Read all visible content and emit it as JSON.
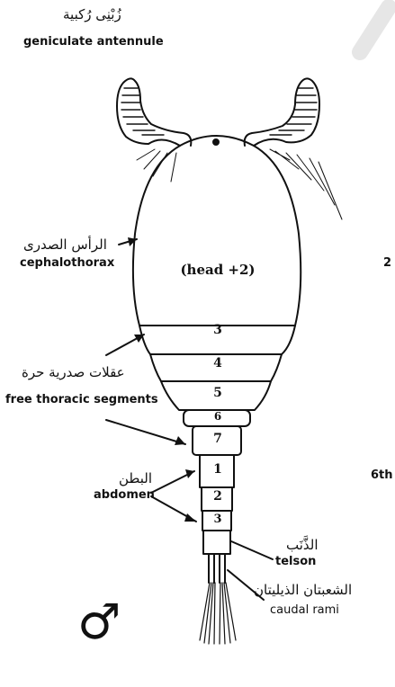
{
  "labels": {
    "antennule": {
      "ar": "زُبْنِى رُكبية",
      "en": "geniculate antennule"
    },
    "cephalothorax": {
      "ar": "الرأس الصدرى",
      "en": "cephalothorax"
    },
    "head_note": "(head +2)",
    "free_thoracic": {
      "ar": "عقلات صدرية حرة",
      "en": "free thoracic segments"
    },
    "abdomen": {
      "ar": "البطن",
      "en": "abdomen"
    },
    "telson": {
      "ar": "الذَّنَب",
      "en": "telson"
    },
    "caudal_rami": {
      "ar": "الشعبتان الذيليتان",
      "en": "caudal rami"
    },
    "male_symbol": "♂"
  },
  "segments": {
    "thoracic": [
      "3",
      "4",
      "5",
      "6",
      "7"
    ],
    "abdominal": [
      "1",
      "2",
      "3"
    ]
  },
  "edge_text": {
    "right_a": "2",
    "right_b": "6th"
  },
  "colors": {
    "ink": "#111111",
    "background": "#ffffff"
  }
}
